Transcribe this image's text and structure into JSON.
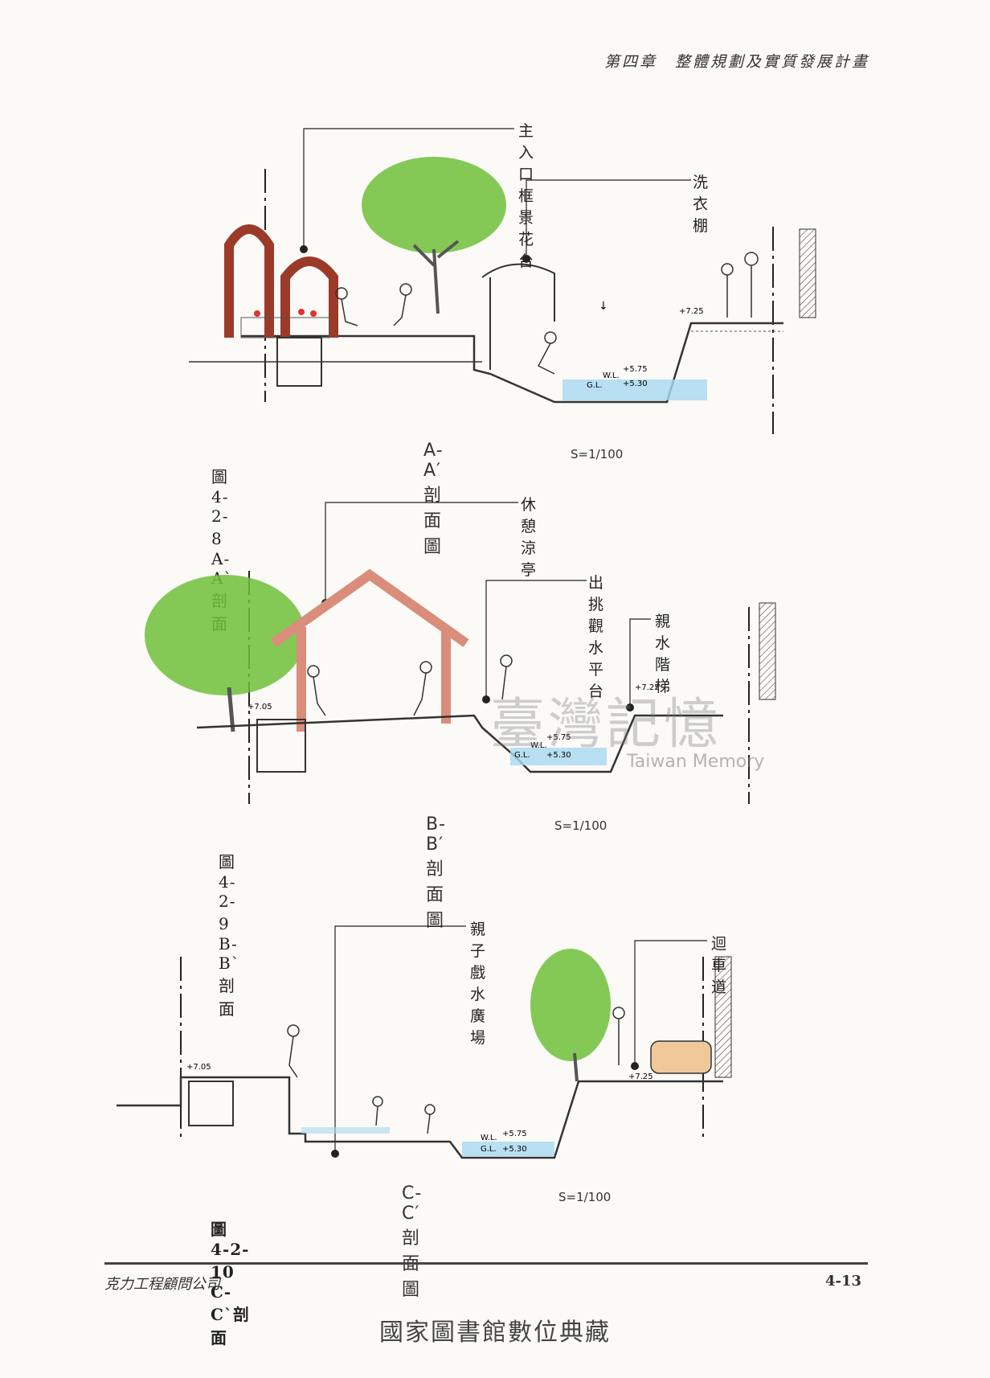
{
  "header": {
    "chapter": "第四章　整體規劃及實質發展計畫"
  },
  "figures": [
    {
      "callouts": [
        "主入口框景花台",
        "洗衣棚"
      ],
      "section_title": "A-A′剖面圖",
      "scale": "S=1/100",
      "caption": "圖 4-2-8　A-A`剖面",
      "elevations": [
        "+7.25",
        "+5.75",
        "+5.30",
        "W.L.",
        "G.L."
      ]
    },
    {
      "callouts": [
        "休憩涼亭",
        "出挑觀水平台",
        "親水階梯"
      ],
      "section_title": "B-B′剖面圖",
      "scale": "S=1/100",
      "caption": "圖 4-2-9　B-B`剖面",
      "elevations": [
        "+7.05",
        "+7.25",
        "+5.75",
        "+5.30",
        "W.L.",
        "G.L."
      ]
    },
    {
      "callouts": [
        "親子戲水廣場",
        "迴車道"
      ],
      "section_title": "C-C′剖面圖",
      "scale": "S=1/100",
      "caption": "圖 4-2-10　C-C`剖面",
      "elevations": [
        "+7.05",
        "+7.25",
        "+5.75",
        "+5.30",
        "W.L.",
        "G.L."
      ]
    }
  ],
  "watermark": {
    "chinese": "臺灣記憶",
    "english": "Taiwan Memory"
  },
  "footer": {
    "company": "克力工程顧問公司",
    "page": "4-13"
  },
  "library_mark": "國家圖書館數位典藏",
  "colors": {
    "brick": "#9c3a2a",
    "tree_green": "#6fbf3a",
    "water_blue": "#a9d8f0",
    "pavilion": "#d98d7a"
  }
}
